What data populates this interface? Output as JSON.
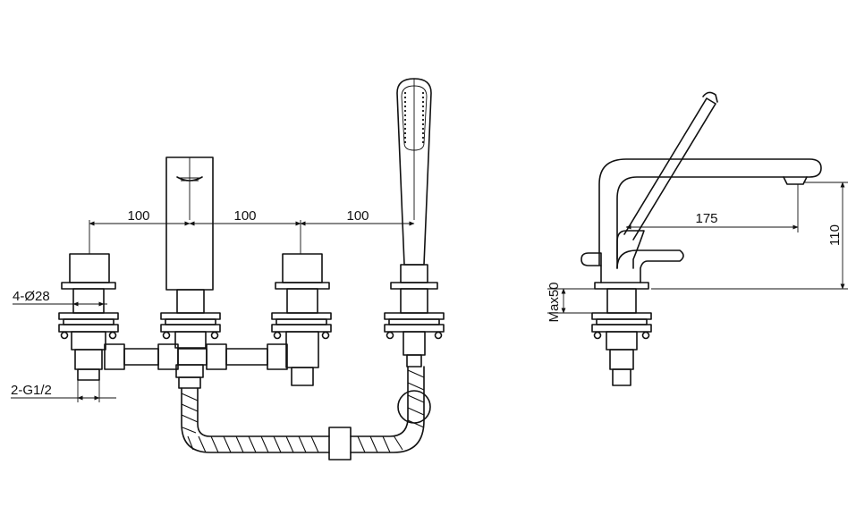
{
  "dimensions": {
    "spacing_1": "100",
    "spacing_2": "100",
    "spacing_3": "100",
    "hole_diameter": "4-Ø28",
    "thread": "2-G1/2",
    "spout_reach": "175",
    "spout_height": "110",
    "max_deck": "Max50"
  }
}
